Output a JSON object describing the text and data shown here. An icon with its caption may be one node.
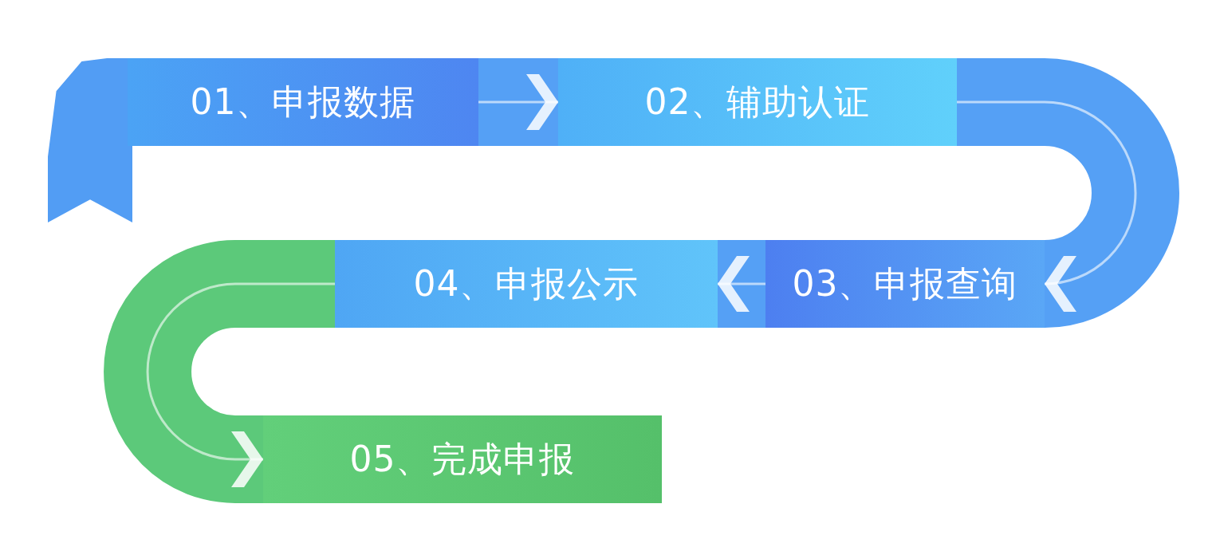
{
  "diagram": {
    "nodes": [
      {
        "text": [],
        "shape": "bar"
      },
      {
        "text": [
          "01、申报数据"
        ]
      },
      {
        "text": [
          "02、辅助认证"
        ]
      },
      {
        "text": [
          "03、申报查询"
        ]
      },
      {
        "text": [
          "04、申报公示"
        ]
      },
      {
        "text": [
          "05、完成申报"
        ]
      }
    ],
    "edges": [
      {
        "from": 1,
        "to": 2,
        "arrow": "to"
      },
      {
        "from": 2,
        "to": 3,
        "arrow": "to"
      },
      {
        "from": 3,
        "to": 4,
        "arrow": "to"
      },
      {
        "from": 4,
        "to": 5,
        "arrow": "to"
      }
    ]
  }
}
